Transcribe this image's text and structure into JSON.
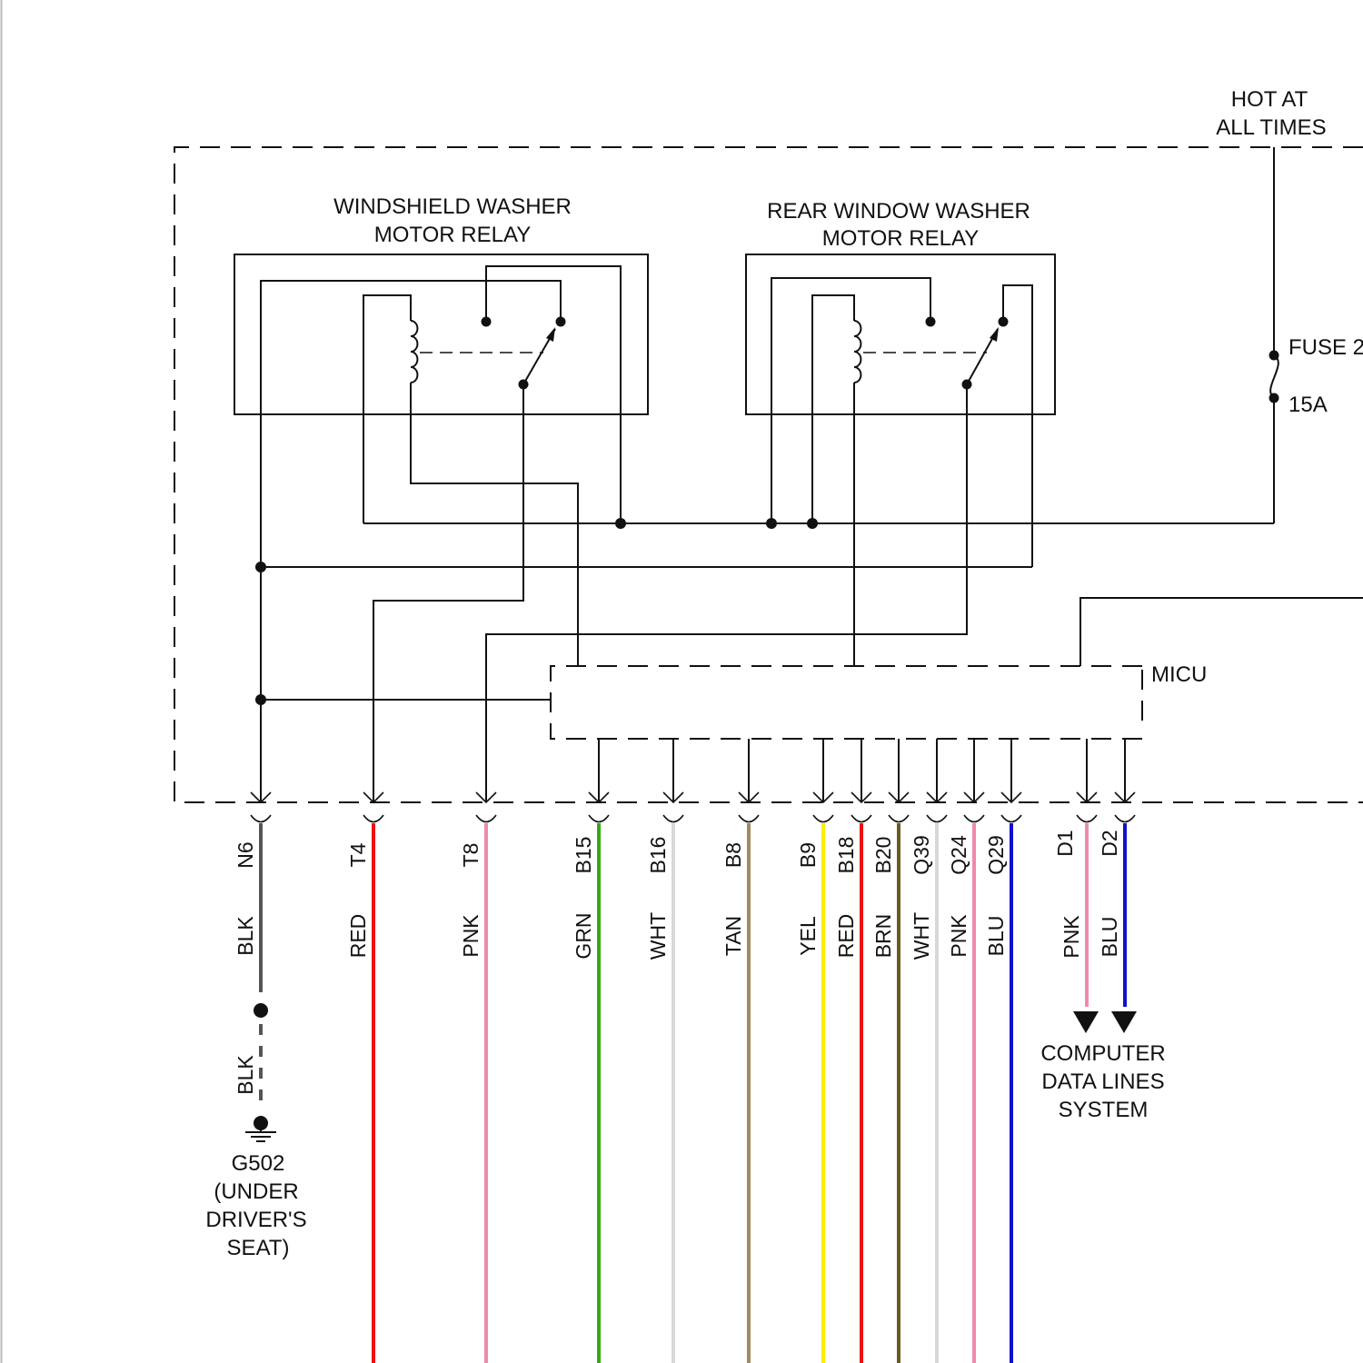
{
  "colors": {
    "ink": "#111111",
    "background": "#ffffff",
    "BLK": "#555555",
    "RED": "#ee1111",
    "PNK": "#f08aa8",
    "GRN": "#33aa11",
    "WHT": "#d8d8d8",
    "TAN": "#a08a60",
    "YEL": "#ffee00",
    "BRN": "#6b5a1e",
    "BLU": "#1111cc"
  },
  "power_source": {
    "line1": "HOT AT",
    "line2": "ALL TIMES"
  },
  "fuse": {
    "label": "FUSE 2",
    "rating": "15A"
  },
  "relays": [
    {
      "line1": "WINDSHIELD WASHER",
      "line2": "MOTOR RELAY"
    },
    {
      "line1": "REAR WINDOW WASHER",
      "line2": "MOTOR RELAY"
    }
  ],
  "module": {
    "label": "MICU"
  },
  "connectors": [
    {
      "pin": "N6",
      "color": "BLK"
    },
    {
      "pin": "T4",
      "color": "RED"
    },
    {
      "pin": "T8",
      "color": "PNK"
    },
    {
      "pin": "B15",
      "color": "GRN"
    },
    {
      "pin": "B16",
      "color": "WHT"
    },
    {
      "pin": "B8",
      "color": "TAN"
    },
    {
      "pin": "B9",
      "color": "YEL"
    },
    {
      "pin": "B18",
      "color": "RED"
    },
    {
      "pin": "B20",
      "color": "BRN"
    },
    {
      "pin": "Q39",
      "color": "WHT"
    },
    {
      "pin": "Q24",
      "color": "PNK"
    },
    {
      "pin": "Q29",
      "color": "BLU"
    },
    {
      "pin": "D1",
      "color": "PNK"
    },
    {
      "pin": "D2",
      "color": "BLU"
    }
  ],
  "ground": {
    "wire_color": "BLK",
    "id": "G502",
    "location_lines": [
      "(UNDER",
      "DRIVER'S",
      "SEAT)"
    ]
  },
  "data_lines": {
    "lines": [
      "COMPUTER",
      "DATA LINES",
      "SYSTEM"
    ]
  }
}
